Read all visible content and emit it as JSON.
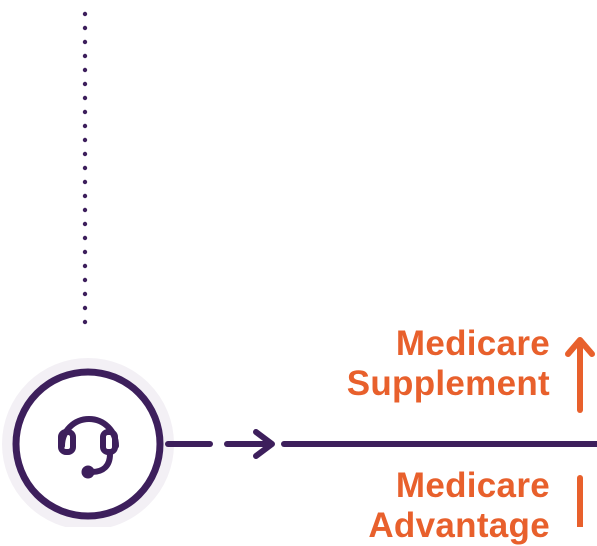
{
  "colors": {
    "purple": "#3d1f5c",
    "orange": "#e8602c",
    "background": "#ffffff"
  },
  "icons": {
    "center": "headset-icon"
  },
  "options": [
    {
      "line1": "Medicare",
      "line2": "Supplement",
      "direction": "up"
    },
    {
      "line1": "Medicare",
      "line2": "Advantage",
      "direction": "down"
    }
  ]
}
